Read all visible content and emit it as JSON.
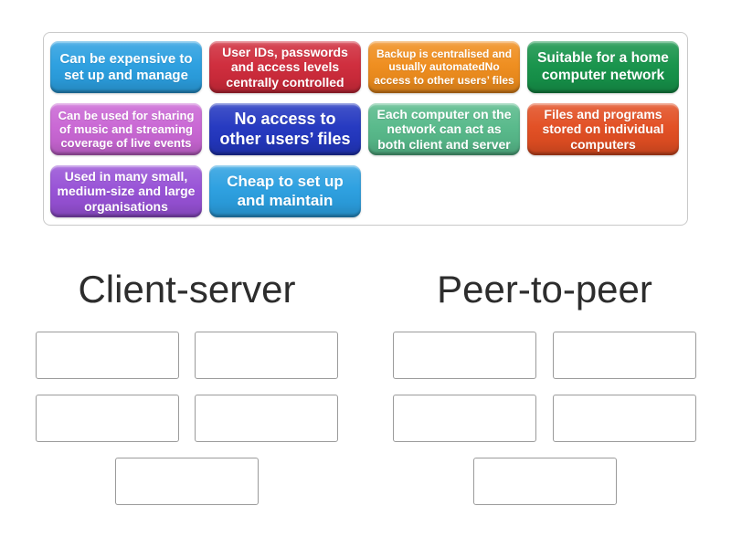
{
  "tray": {
    "border_color": "#c9c9c9",
    "tiles": [
      {
        "label": "Can be expensive to set up and manage",
        "color": "#2b9fe0"
      },
      {
        "label": "User IDs, passwords and access levels centrally controlled",
        "color": "#cf2b3b"
      },
      {
        "label": "Backup is centralised and usually automatedNo access to other users’ files",
        "color": "#ef8d1d"
      },
      {
        "label": "Suitable for a home computer network",
        "color": "#16934a"
      },
      {
        "label": "Can be used for sharing of music and streaming coverage of live events",
        "color": "#c966d4"
      },
      {
        "label": "No access to other users’ files",
        "color": "#2337c0"
      },
      {
        "label": "Each computer on the network can act as both client and server",
        "color": "#57b98a"
      },
      {
        "label": "Files and programs stored on individual computers",
        "color": "#e24e22"
      },
      {
        "label": "Used in many small, medium-size and large organisations",
        "color": "#9751d6"
      },
      {
        "label": "Cheap to set up and maintain",
        "color": "#2b9fe0"
      }
    ]
  },
  "categories": [
    {
      "title": "Client-server",
      "slot_count": 5
    },
    {
      "title": "Peer-to-peer",
      "slot_count": 5
    }
  ],
  "slot": {
    "border_color": "#9b9b9b"
  }
}
